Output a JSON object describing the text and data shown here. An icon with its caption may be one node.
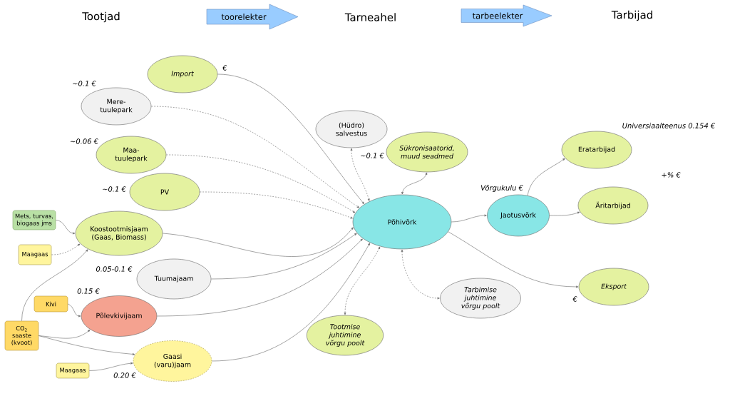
{
  "diagram": {
    "nodes": [
      {
        "text": [
          "toorelekter"
        ]
      },
      {
        "text": [
          "tarbeelekter"
        ]
      },
      {
        "text": [
          "Import"
        ],
        "beside": [
          "€"
        ]
      },
      {
        "text": [
          "Mere- tuulepark"
        ],
        "beside": [
          "~0.1 €"
        ]
      },
      {
        "text": [
          "Maa- tuulepark"
        ],
        "beside": [
          "~0.06 €"
        ]
      },
      {
        "text": [
          "PV"
        ],
        "beside": [
          "~0.1 €"
        ]
      },
      {
        "text": [
          "Mets, turvas, biogaas jms"
        ]
      },
      {
        "text": [
          "Koostootmisjaam (Gaas, Biomass)"
        ]
      },
      {
        "text": [
          "Maagaas"
        ]
      },
      {
        "text": [
          "Tuumajaam"
        ],
        "beside": [
          "0.05-0.1 €"
        ]
      },
      {
        "text": [
          "Kivi"
        ]
      },
      {
        "text": [
          "Põlevkivijaam"
        ],
        "beside": [
          "0.15 €"
        ]
      },
      {
        "text": [
          "CO$_{2}$ saaste (kvoot)"
        ]
      },
      {
        "text": [
          "Gaasi (varu)jaam"
        ],
        "beside": [
          "0.20 €"
        ]
      },
      {
        "text": [
          "Maagaas"
        ]
      },
      {
        "text": [
          "(Hüdro) salvestus"
        ],
        "beside": [
          "~0.1 €"
        ]
      },
      {
        "text": [
          "Sükronisaatorid, muud seadmed"
        ]
      },
      {
        "text": [
          "Põhivõrk"
        ]
      },
      {
        "text": [
          "Tootmise juhtimine võrgu poolt"
        ]
      },
      {
        "text": [
          "Tarbimise juhtimine võrgu poolt"
        ]
      },
      {
        "text": [
          "Jaotusvõrk"
        ],
        "beside": [
          "Võrgukulu €"
        ]
      },
      {
        "text": [
          "Eratarbijad"
        ],
        "beside": [
          "Universiaalteenus 0.154 €"
        ]
      },
      {
        "text": [
          "Äritarbijad"
        ],
        "beside": [
          "+% €"
        ]
      },
      {
        "text": [
          "Eksport"
        ],
        "beside": [
          "€"
        ]
      }
    ],
    "edges": [
      {
        "from": 2,
        "to": 17,
        "arrow": "to"
      },
      {
        "from": 3,
        "to": 17,
        "arrow": "to",
        "style": "dashed"
      },
      {
        "from": 4,
        "to": 17,
        "arrow": "to",
        "style": "dashed"
      },
      {
        "from": 5,
        "to": 17,
        "arrow": "to",
        "style": "dashed"
      },
      {
        "from": 7,
        "to": 17,
        "arrow": "to"
      },
      {
        "from": 9,
        "to": 17,
        "arrow": "to"
      },
      {
        "from": 11,
        "to": 17,
        "arrow": "to"
      },
      {
        "from": 13,
        "to": 17,
        "arrow": "to"
      },
      {
        "from": 15,
        "to": 17,
        "arrow": "both",
        "style": "dashed"
      },
      {
        "from": 16,
        "to": 17,
        "arrow": "both"
      },
      {
        "from": 17,
        "to": 20,
        "arrow": "to"
      },
      {
        "from": 20,
        "to": 21,
        "arrow": "to"
      },
      {
        "from": 20,
        "to": 22,
        "arrow": "to"
      },
      {
        "from": 17,
        "to": 23,
        "arrow": "to"
      },
      {
        "from": 17,
        "to": 19,
        "arrow": "both",
        "style": "dashed"
      },
      {
        "from": 17,
        "to": 18,
        "arrow": "both",
        "style": "dashed"
      },
      {
        "from": 6,
        "to": 7,
        "arrow": "to"
      },
      {
        "from": 8,
        "to": 7,
        "arrow": "to",
        "style": "dashed"
      },
      {
        "from": 12,
        "to": 7,
        "arrow": "to"
      },
      {
        "from": 10,
        "to": 11,
        "arrow": "to"
      },
      {
        "from": 12,
        "to": 11,
        "arrow": "to"
      },
      {
        "from": 12,
        "to": 13,
        "arrow": "to"
      },
      {
        "from": 14,
        "to": 13,
        "arrow": "to"
      }
    ],
    "labels": [
      "Tootjad",
      "Tarneahel",
      "Tarbijad"
    ]
  }
}
